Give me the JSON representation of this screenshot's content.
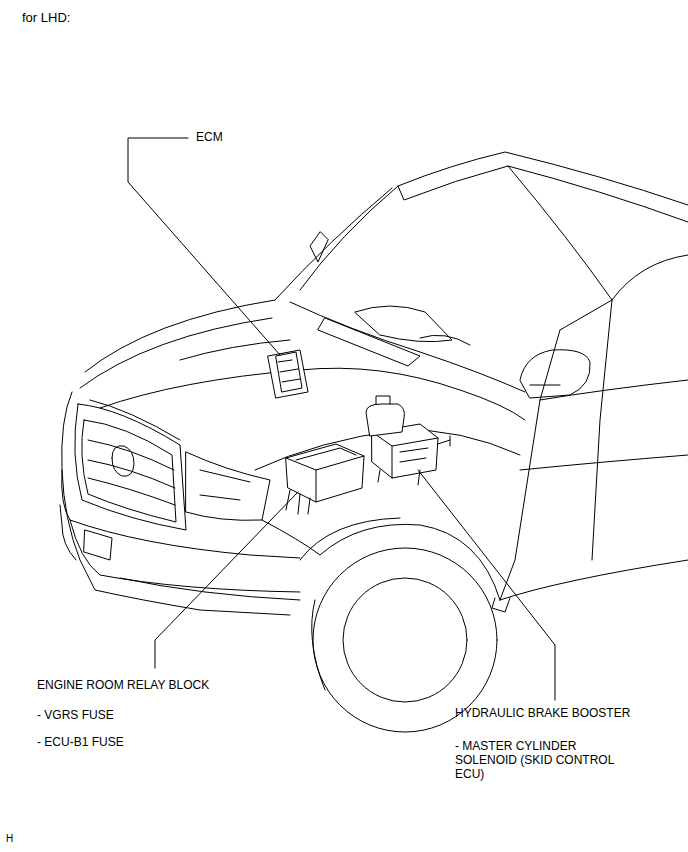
{
  "diagram": {
    "title": "for LHD:",
    "labels": [
      "ECM",
      "ENGINE ROOM RELAY BLOCK",
      "- VGRS FUSE",
      "- ECU-B1 FUSE",
      "HYDRAULIC BRAKE BOOSTER",
      "- MASTER CYLINDER SOLENOID (SKID CONTROL ECU)",
      "H"
    ]
  }
}
